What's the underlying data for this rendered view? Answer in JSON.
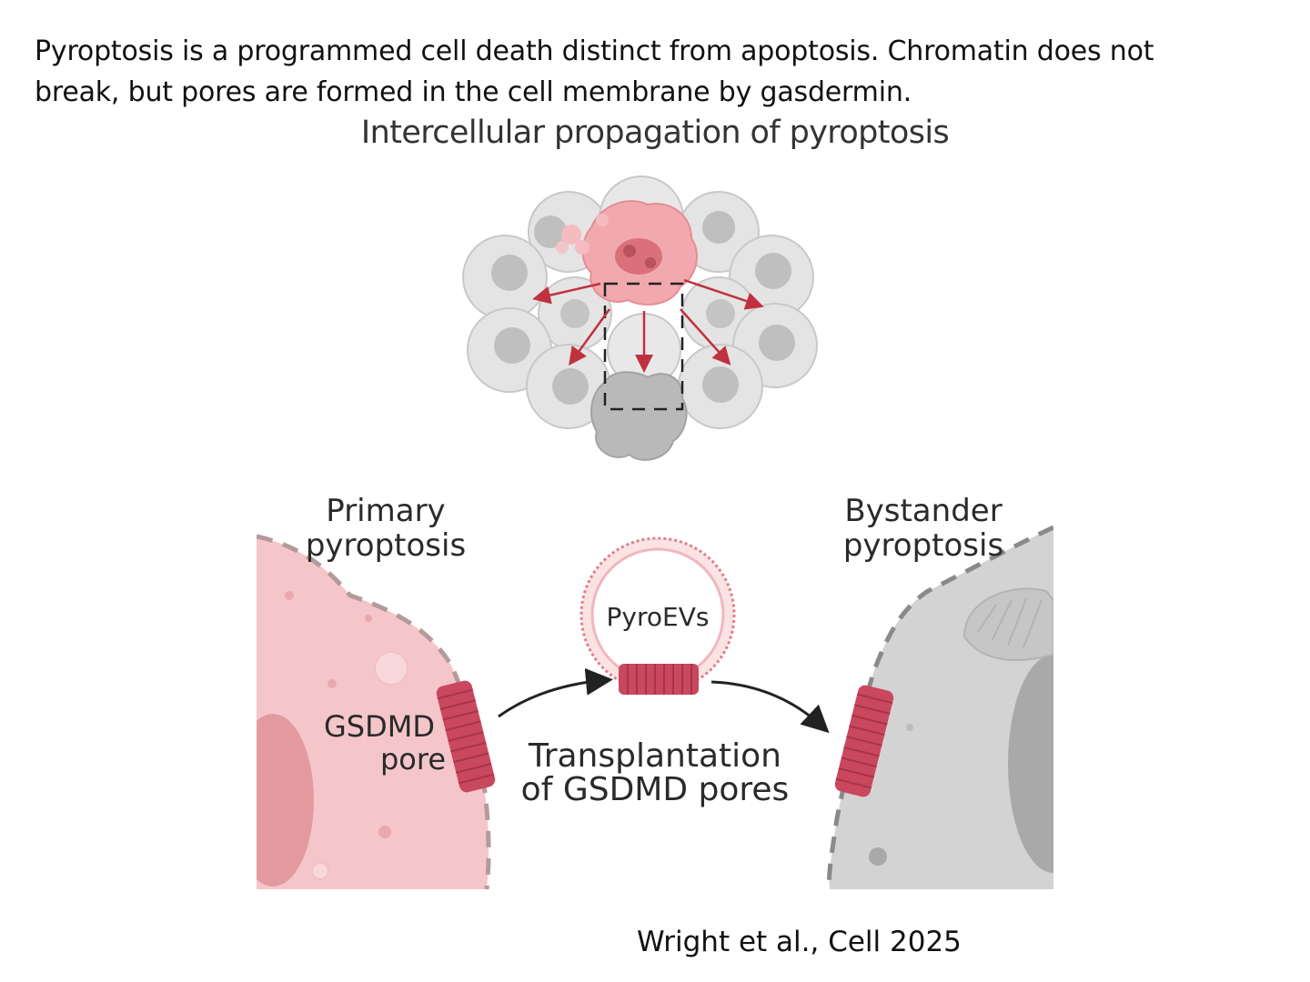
{
  "caption": {
    "line1": "Pyroptosis is a programmed cell death distinct from apoptosis. Chromatin does not",
    "line2": "break, but pores are formed in the cell membrane by gasdermin."
  },
  "figure": {
    "title": "Intercellular propagation of pyroptosis",
    "labels": {
      "primary_1": "Primary",
      "primary_2": "pyroptosis",
      "bystander_1": "Bystander",
      "bystander_2": "pyroptosis",
      "vesicle": "PyroEVs",
      "gsdmd_1": "GSDMD",
      "gsdmd_2": "pore",
      "transplant_1": "Transplantation",
      "transplant_2": "of GSDMD pores"
    },
    "colors": {
      "pink_cell": "#f5c6c9",
      "pink_dark": "#c9485e",
      "grey_cell": "#d3d3d3",
      "grey_dark": "#8a8a8a",
      "arrow_red": "#c0313f"
    }
  },
  "citation": "Wright et al., Cell 2025"
}
